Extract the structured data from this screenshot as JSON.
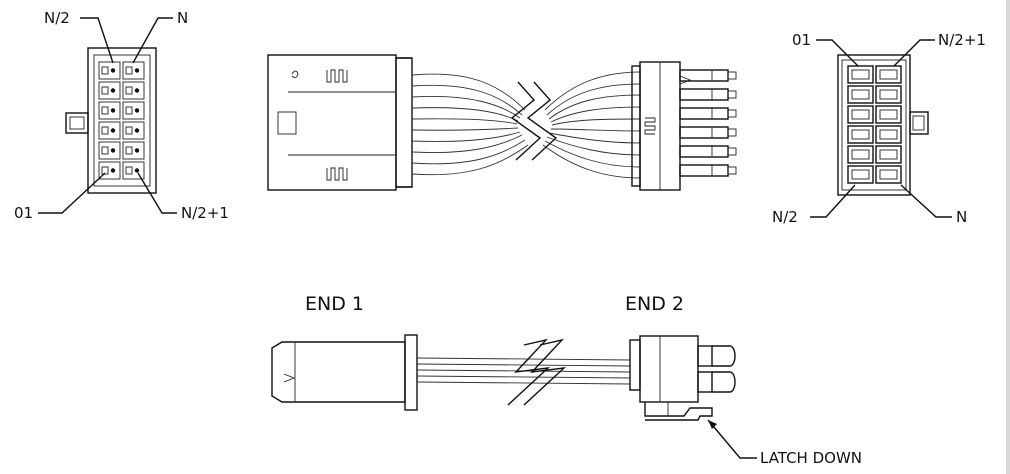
{
  "labels": {
    "left_top_left": "N/2",
    "left_top_right": "N",
    "left_bottom_left": "01",
    "left_bottom_right": "N/2+1",
    "right_top_left": "01",
    "right_top_right": "N/2+1",
    "right_bottom_left": "N/2",
    "right_bottom_right": "N",
    "end1": "END 1",
    "end2": "END 2",
    "latch": "LATCH DOWN"
  },
  "connector_rows": 6,
  "connector_cols": 2,
  "colors": {
    "line": "#111111",
    "background": "#ffffff"
  }
}
